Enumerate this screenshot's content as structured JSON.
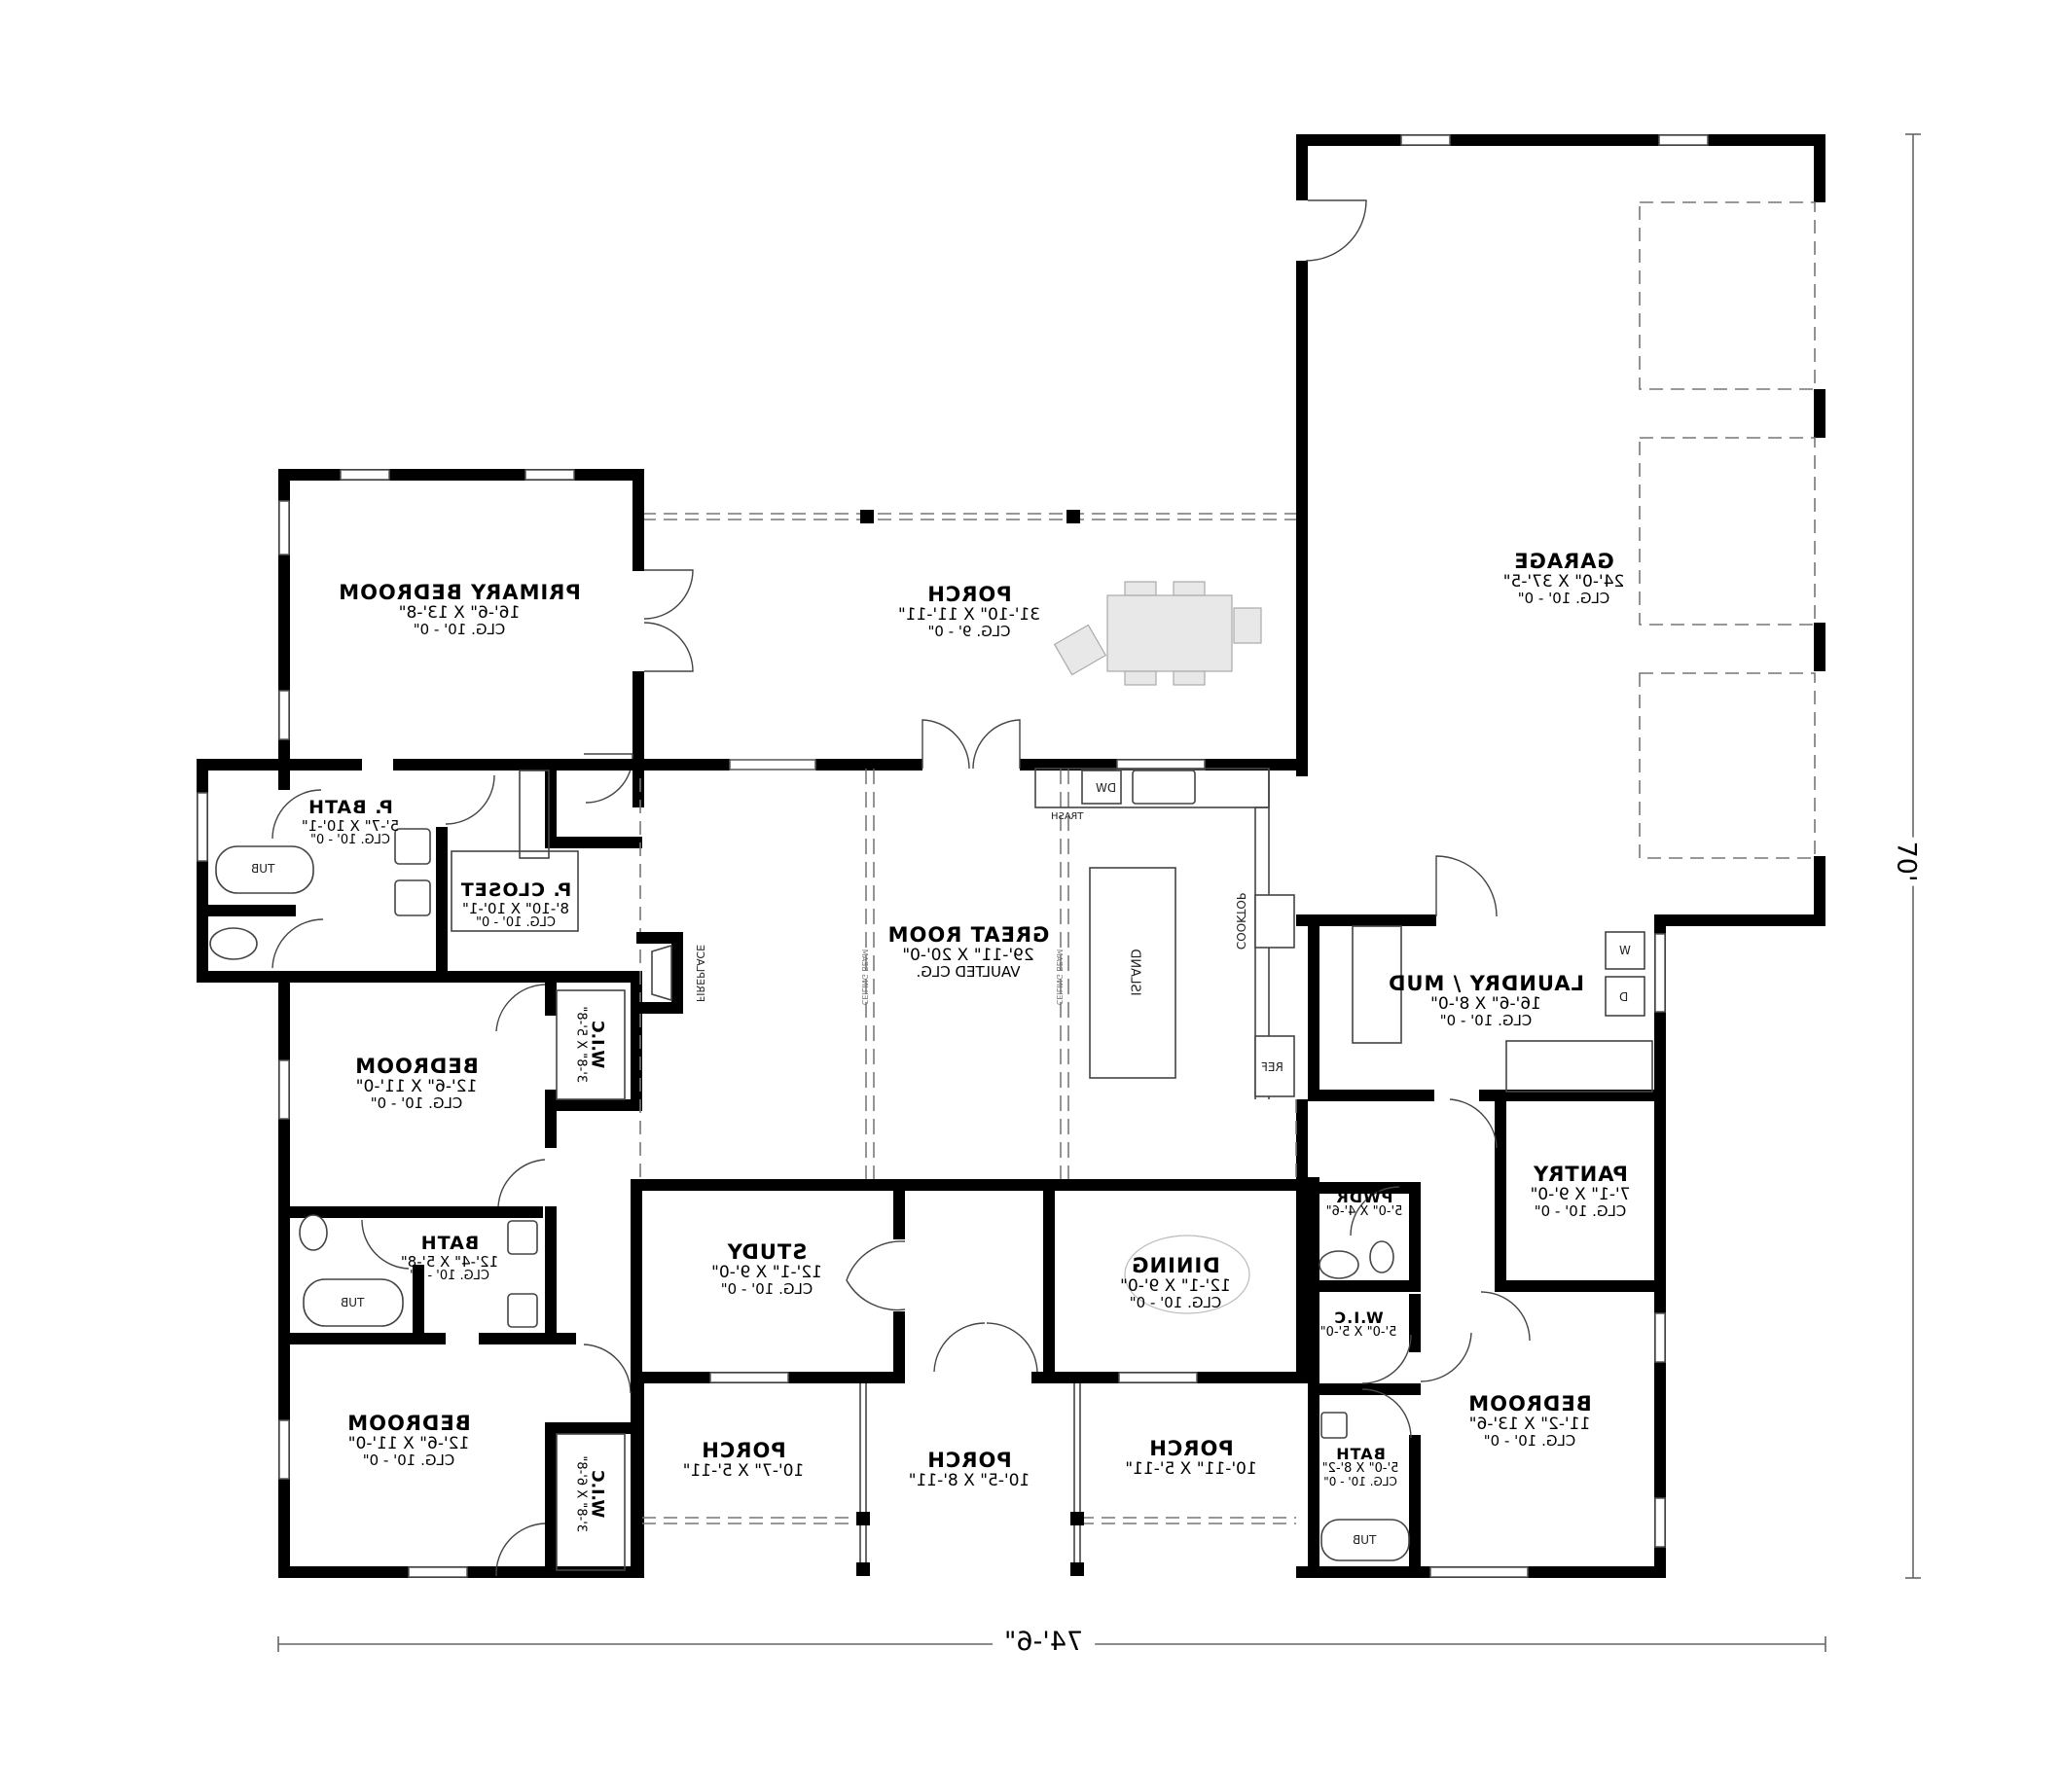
{
  "plan": {
    "orientation": "mirrored-horizontal",
    "overall_width": "74'-6\"",
    "overall_depth": "70'",
    "rooms": {
      "garage": {
        "name": "GARAGE",
        "size": "24'-0\" X 37'-5\"",
        "clg": "CLG. 10' - 0\""
      },
      "porch_rear": {
        "name": "PORCH",
        "size": "31'-10\" X 11'-11\"",
        "clg": "CLG. 9' - 0\""
      },
      "primary_bedroom": {
        "name": "PRIMARY BEDROOM",
        "size": "16'-6\" X 13'-8\"",
        "clg": "CLG. 10' - 0\""
      },
      "p_bath": {
        "name": "P. BATH",
        "size": "5'-7\" X 10'-1\"",
        "clg": "CLG. 10' - 0\""
      },
      "p_closet": {
        "name": "P. CLOSET",
        "size": "8'-10\" X 10'-1\"",
        "clg": "CLG. 10' - 0\""
      },
      "great_room": {
        "name": "GREAT ROOM",
        "size": "29'-11\" X 20'-0\"",
        "clg": "VAULTED CLG."
      },
      "laundry": {
        "name": "LAUNDRY / MUD",
        "size": "16'-6\" X 8'-0\"",
        "clg": "CLG. 10' - 0\""
      },
      "bedroom_2": {
        "name": "BEDROOM",
        "size": "12'-6\" X 11'-0\"",
        "clg": "CLG. 10' - 0\""
      },
      "wic_2": {
        "name": "W.I.C",
        "size": "3'-8\" X 5'-8\""
      },
      "bath_2": {
        "name": "BATH",
        "size": "12'-4\" X 5'-8\"",
        "clg": "CLG. 10' - 0\""
      },
      "bedroom_3": {
        "name": "BEDROOM",
        "size": "12'-6\" X 11'-0\"",
        "clg": "CLG. 10' - 0\""
      },
      "wic_3": {
        "name": "W.I.C",
        "size": "3'-8\" X 6'-8\""
      },
      "study": {
        "name": "STUDY",
        "size": "12'-1\" X 9'-0\"",
        "clg": "CLG. 10' - 0\""
      },
      "dining": {
        "name": "DINING",
        "size": "12'-1\" X 9'-0\"",
        "clg": "CLG. 10' - 0\""
      },
      "pwdr": {
        "name": "PWDR",
        "size": "5'-0\" X 4'-6\""
      },
      "pantry": {
        "name": "PANTRY",
        "size": "7'-1\" X 9'-0\"",
        "clg": "CLG. 10' - 0\""
      },
      "wic_4": {
        "name": "W.I.C",
        "size": "5'-0\" X 5'-0\""
      },
      "bath_4": {
        "name": "BATH",
        "size": "5'-0\" X 8'-2\"",
        "clg": "CLG. 10' - 0\""
      },
      "bedroom_4": {
        "name": "BEDROOM",
        "size": "11'-2\" X 13'-6\"",
        "clg": "CLG. 10' - 0\""
      },
      "porch_front_left": {
        "name": "PORCH",
        "size": "10'-7\" X 5'-11\""
      },
      "porch_front_center": {
        "name": "PORCH",
        "size": "10'-5\" X 8'-11\""
      },
      "porch_front_right": {
        "name": "PORCH",
        "size": "10'-11\" X 5'-11\""
      }
    },
    "fixtures": {
      "fireplace": "FIREPLACE",
      "island": "ISLAND",
      "cooktop": "COOKTOP",
      "ref": "REF",
      "dw": "DW",
      "trash": "TRASH",
      "washer": "W",
      "dryer": "D",
      "tub": "TUB",
      "ceiling_beam": "CEILING BEAM"
    }
  }
}
